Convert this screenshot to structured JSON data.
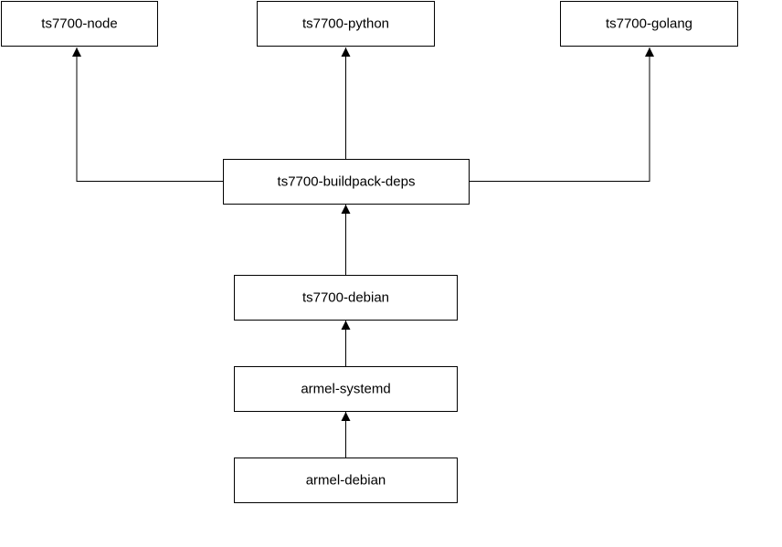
{
  "nodes": {
    "ts7700_node": "ts7700-node",
    "ts7700_python": "ts7700-python",
    "ts7700_golang": "ts7700-golang",
    "ts7700_buildpack_deps": "ts7700-buildpack-deps",
    "ts7700_debian": "ts7700-debian",
    "armel_systemd": "armel-systemd",
    "armel_debian": "armel-debian"
  },
  "colors": {
    "stroke": "#000000",
    "fill": "#ffffff",
    "background": "#ffffff"
  }
}
